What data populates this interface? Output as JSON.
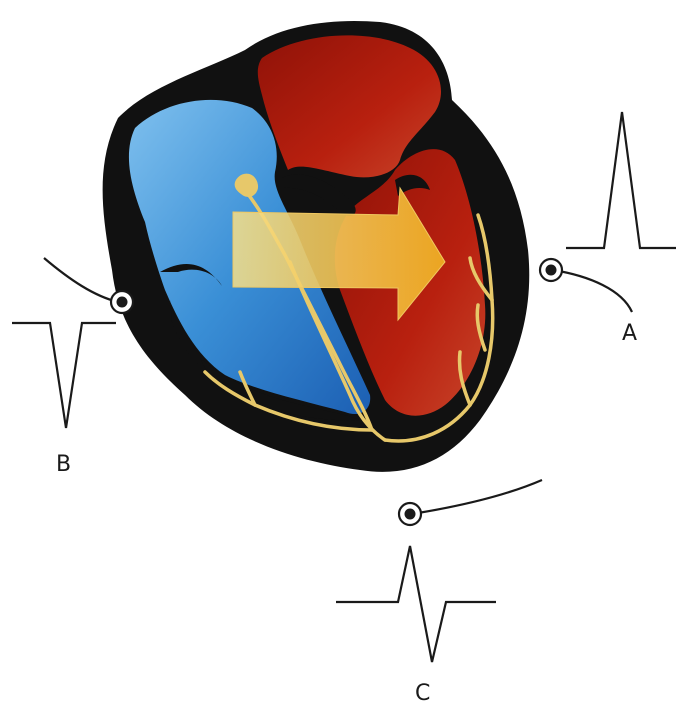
{
  "labels": {
    "lead_a": "A",
    "lead_b": "B",
    "lead_c": "C"
  },
  "icons": {
    "electrode": "electrode-icon",
    "arrow": "depolarization-arrow-icon"
  },
  "colors": {
    "outline": "#111111",
    "right_heart": "#2f7fd0",
    "left_heart": "#a01810",
    "conduction": "#e7c86a",
    "arrow": "#f0b83a",
    "trace": "#1a1a1a"
  }
}
